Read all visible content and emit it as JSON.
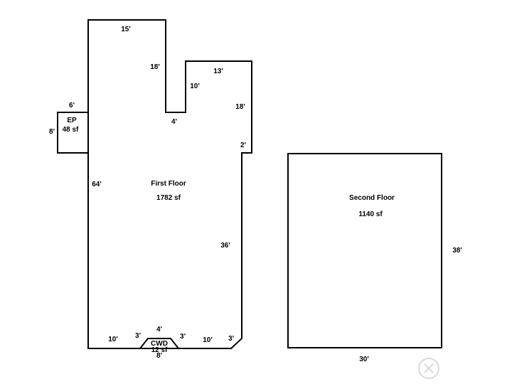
{
  "first_floor": {
    "name": "First Floor",
    "area": "1782 sf",
    "dims": {
      "top": "15'",
      "notch_left": "18'",
      "notch_bottom": "4'",
      "notch_right": "10'",
      "upper_right_top": "13'",
      "upper_right_side": "18'",
      "step": "2'",
      "left": "64'",
      "right": "36'",
      "bottom_left": "10'",
      "bottom_left_small": "3'",
      "bottom_right_small": "3'",
      "bottom_right": "10'",
      "corner": "3'"
    }
  },
  "enclosed_porch": {
    "name": "EP",
    "area": "48 sf",
    "width": "6'",
    "depth": "8'"
  },
  "closet": {
    "name": "CWD",
    "area": "12 sf",
    "top": "4'",
    "bottom": "8'"
  },
  "second_floor": {
    "name": "Second Floor",
    "area": "1140 sf",
    "height": "38'",
    "width": "30'"
  }
}
